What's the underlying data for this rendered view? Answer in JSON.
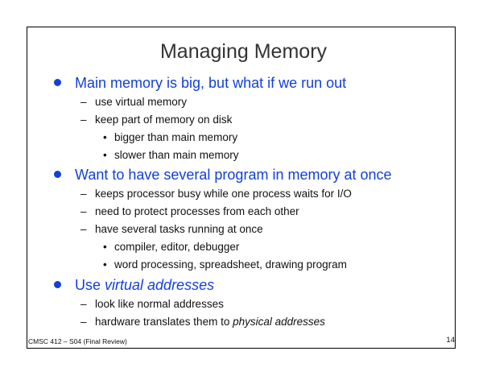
{
  "slide": {
    "title": "Managing Memory",
    "footer_course": "CMSC 412 – S04 (Final Review)",
    "page_number": "14",
    "accent_color": "#1240d8"
  },
  "bullets": [
    {
      "text": "Main memory is big, but what if we run out",
      "subs": [
        {
          "text": "use virtual memory"
        },
        {
          "text": "keep part of memory on disk",
          "subs": [
            "bigger than main memory",
            "slower than main memory"
          ]
        }
      ]
    },
    {
      "text": "Want to have several program in memory at once",
      "subs": [
        {
          "text": "keeps processor busy while one process waits for I/O"
        },
        {
          "text": "need to protect processes from each other"
        },
        {
          "text": "have several tasks running at once",
          "subs": [
            "compiler, editor, debugger",
            "word processing, spreadsheet, drawing program"
          ]
        }
      ]
    },
    {
      "text_prefix": "Use ",
      "text_emph": "virtual addresses",
      "subs": [
        {
          "text": "look like normal addresses"
        },
        {
          "text_prefix": "hardware translates them to ",
          "text_emph": "physical addresses"
        }
      ]
    }
  ]
}
